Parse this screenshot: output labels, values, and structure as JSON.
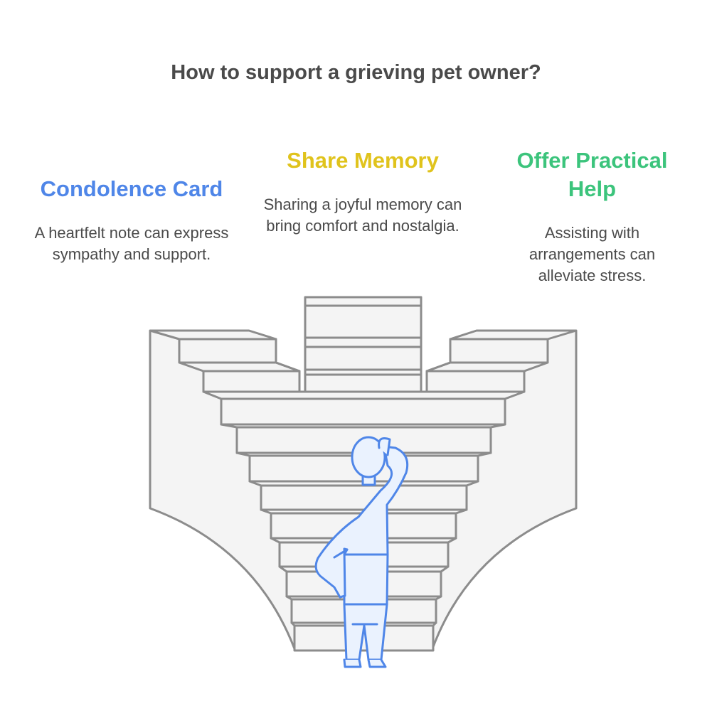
{
  "title": "How to support a grieving pet owner?",
  "options": [
    {
      "heading": "Condolence Card",
      "description": "A heartfelt note can express sympathy and support.",
      "color": "#4f86e8"
    },
    {
      "heading": "Share Memory",
      "description": "Sharing a joyful memory can bring comfort and nostalgia.",
      "color": "#e0c31c"
    },
    {
      "heading": "Offer Practical Help",
      "description": "Assisting with arrangements can alleviate stress.",
      "color": "#3cc47c"
    }
  ],
  "colors": {
    "stroke": "#8c8c8c",
    "fill": "#f4f4f4",
    "person_stroke": "#4f86e8",
    "person_fill": "#eaf2fe"
  }
}
